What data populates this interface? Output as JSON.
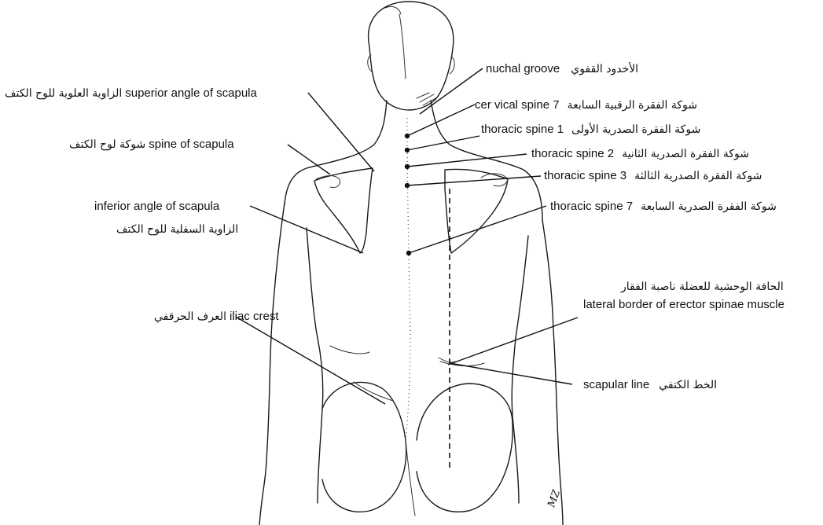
{
  "labels": {
    "nuchal_groove": {
      "en": "nuchal groove",
      "ar": "الأخدود القفوي"
    },
    "superior_angle": {
      "en": "superior angle of scapula",
      "ar": "الزاوية العلوية للوح الكتف"
    },
    "cervical_spine_7": {
      "en": "cer vical spine 7",
      "ar": "شوكة الفقرة الرقبية السابعة"
    },
    "thoracic_spine_1": {
      "en": "thoracic spine 1",
      "ar": "شوكة الفقرة الصدرية الأولى"
    },
    "spine_of_scapula": {
      "en": "spine of scapula",
      "ar": "شوكة لوح الكتف"
    },
    "thoracic_spine_2": {
      "en": "thoracic spine 2",
      "ar": "شوكة الفقرة الصدرية الثانية"
    },
    "thoracic_spine_3": {
      "en": "thoracic spine 3",
      "ar": "شوكة الفقرة الصدرية الثالثة"
    },
    "inferior_angle": {
      "en": "inferior angle of scapula",
      "ar": "الزاوية السفلية للوح الكتف"
    },
    "thoracic_spine_7": {
      "en": "thoracic spine 7",
      "ar": "شوكة الفقرة الصدرية السابعة"
    },
    "erector_spinae": {
      "en": "lateral border of erector spinae muscle",
      "ar": "الحافة الوحشية للعضلة ناصبة الفقار"
    },
    "iliac_crest": {
      "en": "iliac crest",
      "ar": "العرف الحرقفي"
    },
    "scapular_line": {
      "en": "scapular line",
      "ar": "الخط الكتفي"
    }
  },
  "signature": "MZ"
}
